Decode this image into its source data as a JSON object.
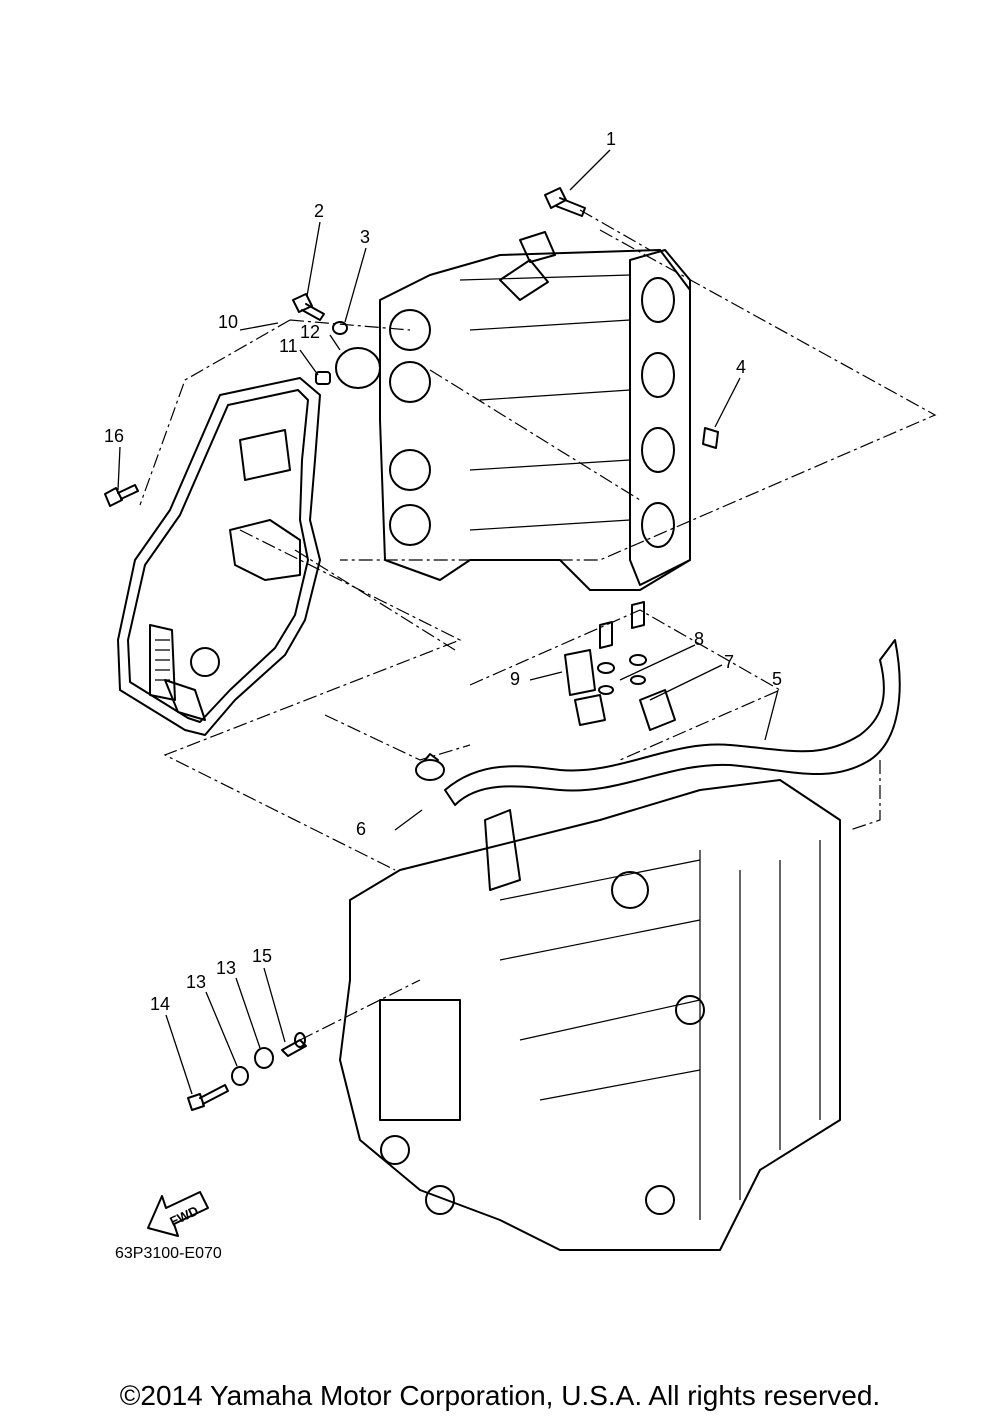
{
  "callouts": [
    "1",
    "2",
    "3",
    "4",
    "5",
    "6",
    "7",
    "8",
    "9",
    "10",
    "11",
    "12",
    "13",
    "13",
    "14",
    "15",
    "16"
  ],
  "fwd_label": "FWD",
  "diagram_code": "63P3100-E070",
  "copyright": "©2014 Yamaha Motor Corporation, U.S.A. All rights reserved."
}
